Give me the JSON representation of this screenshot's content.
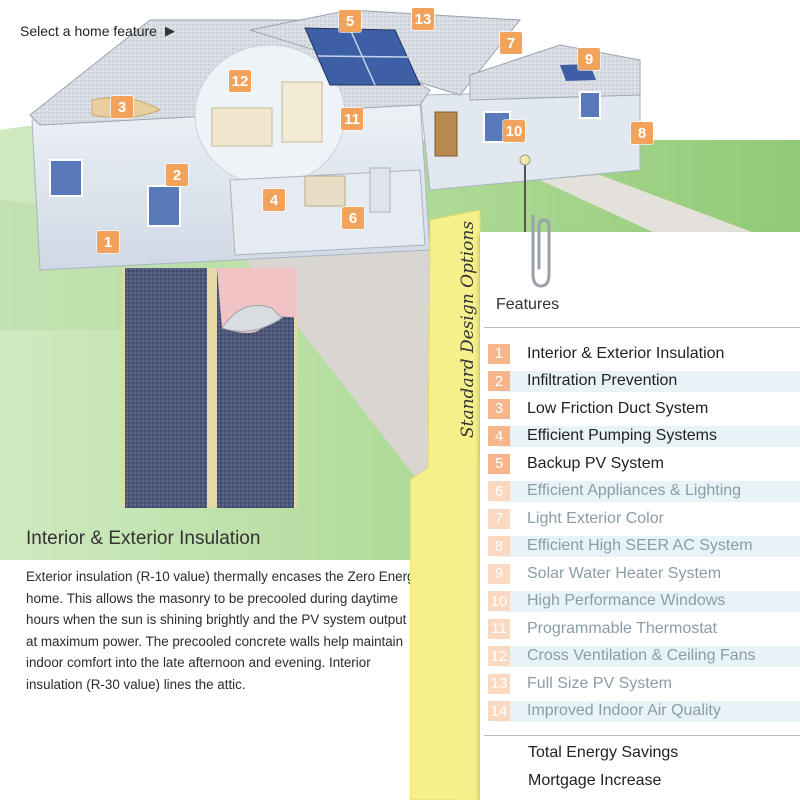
{
  "prompt": {
    "text": "Select a home feature",
    "arrow_icon": "play-triangle-icon"
  },
  "markers": [
    "1",
    "2",
    "3",
    "4",
    "5",
    "6",
    "7",
    "8",
    "9",
    "10",
    "11",
    "12",
    "13"
  ],
  "description": {
    "title": "Interior & Exterior Insulation",
    "body": "Exterior insulation (R-10 value) thermally encases the Zero Energy home. This allows the masonry to be precooled during daytime hours when the sun is shining brightly and the PV system output is at maximum power. The precooled concrete walls help maintain indoor comfort into the late afternoon and evening. Interior insulation (R-30 value) lines the attic."
  },
  "folder": {
    "tab_label": "Standard Design Options"
  },
  "features": {
    "heading": "Features",
    "items": [
      {
        "num": "1",
        "label": "Interior & Exterior Insulation",
        "state": "active"
      },
      {
        "num": "2",
        "label": "Infiltration Prevention",
        "state": "active"
      },
      {
        "num": "3",
        "label": "Low Friction Duct System",
        "state": "active"
      },
      {
        "num": "4",
        "label": "Efficient Pumping Systems",
        "state": "active"
      },
      {
        "num": "5",
        "label": "Backup PV System",
        "state": "active"
      },
      {
        "num": "6",
        "label": "Efficient Appliances & Lighting",
        "state": "inactive"
      },
      {
        "num": "7",
        "label": "Light Exterior Color",
        "state": "inactive"
      },
      {
        "num": "8",
        "label": "Efficient High SEER AC System",
        "state": "inactive"
      },
      {
        "num": "9",
        "label": "Solar Water Heater System",
        "state": "inactive"
      },
      {
        "num": "10",
        "label": "High Performance Windows",
        "state": "inactive"
      },
      {
        "num": "11",
        "label": "Programmable Thermostat",
        "state": "inactive"
      },
      {
        "num": "12",
        "label": "Cross Ventilation & Ceiling Fans",
        "state": "inactive"
      },
      {
        "num": "13",
        "label": "Full Size PV System",
        "state": "inactive"
      },
      {
        "num": "14",
        "label": "Improved Indoor Air Quality",
        "state": "inactive"
      }
    ],
    "total_savings": "Total Energy Savings",
    "mortgage_increase": "Mortgage Increase"
  },
  "colors": {
    "marker": "#f2a35b",
    "folder": "#f6f08a",
    "active_num": "#f4b68a",
    "inactive_num": "#fbd9c0",
    "inactive_text": "#8a9ca6",
    "stripe": "#e8f3f8"
  }
}
